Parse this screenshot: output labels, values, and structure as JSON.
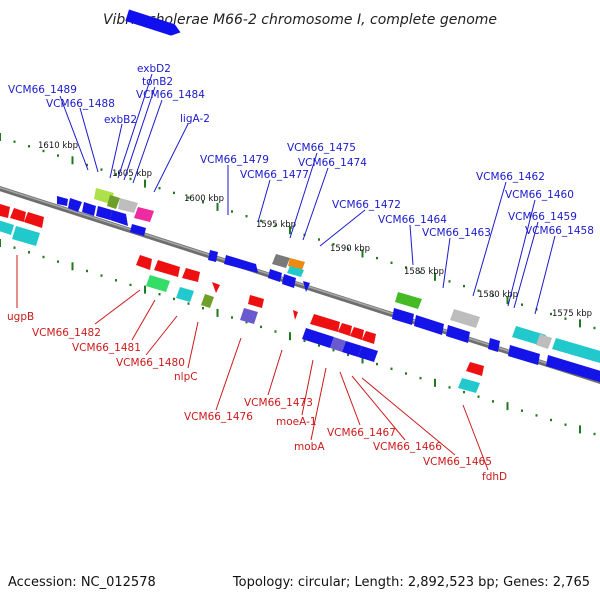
{
  "title": "Vibrio cholerae M66-2 chromosome I, complete genome",
  "footer": {
    "accession": "Accession: NC_012578",
    "topology": "Topology: circular; Length: 2,892,523 bp; Genes: 2,765"
  },
  "colors": {
    "backbone": "#7a7a7a",
    "dots": "#1f7a1f",
    "top_label": "#1a1acc",
    "bottom_label": "#cc1a1a"
  },
  "kbp_labels": [
    "1610 kbp",
    "1605 kbp",
    "1600 kbp",
    "1595 kbp",
    "1590 kbp",
    "1585 kbp",
    "1580 kbp",
    "1575 kbp"
  ],
  "top_genes": [
    "VCM66_1489",
    "VCM66_1488",
    "exbD2",
    "tonB2",
    "exbB2",
    "VCM66_1484",
    "ligA-2",
    "VCM66_1479",
    "VCM66_1477",
    "VCM66_1475",
    "VCM66_1474",
    "VCM66_1472",
    "VCM66_1464",
    "VCM66_1463",
    "VCM66_1462",
    "VCM66_1460",
    "VCM66_1459",
    "VCM66_1458"
  ],
  "bottom_genes": [
    "ugpB",
    "VCM66_1482",
    "VCM66_1481",
    "VCM66_1480",
    "nlpC",
    "VCM66_1476",
    "VCM66_1473",
    "moeA-1",
    "mobA",
    "VCM66_1467",
    "VCM66_1466",
    "VCM66_1465",
    "fdhD"
  ]
}
